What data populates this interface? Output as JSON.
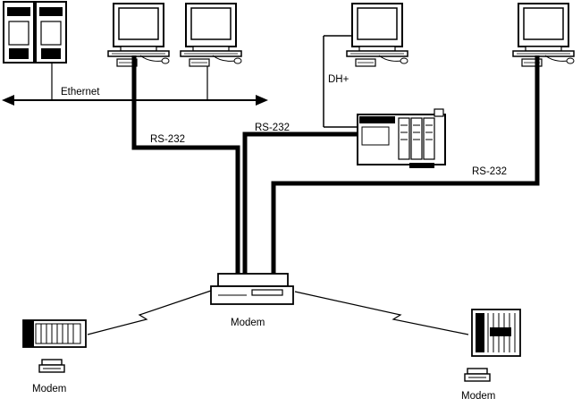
{
  "labels": {
    "ethernet": "Ethernet",
    "dh_plus": "DH+",
    "rs232_left": "RS-232",
    "rs232_center": "RS-232",
    "rs232_right": "RS-232",
    "modem_center": "Modem",
    "modem_left": "Modem",
    "modem_right": "Modem"
  },
  "icons": {
    "server": "server-cabinet-icon",
    "workstation": "computer-workstation-icon",
    "plc": "plc-controller-icon",
    "modem": "modem-icon",
    "io_rack": "io-rack-icon",
    "chassis": "controller-chassis-icon"
  }
}
